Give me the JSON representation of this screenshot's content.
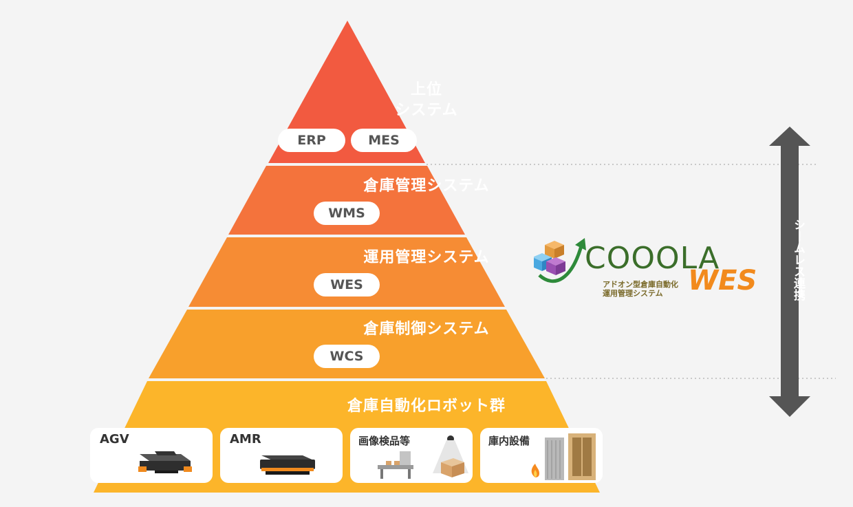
{
  "colors": {
    "top": "#f25a40",
    "wms": "#f4733c",
    "wes": "#f68c34",
    "wcs": "#f8a02c",
    "robots": "#fcb52a",
    "arrow": "#555555",
    "wes_logo": "#f28a1c",
    "coola_green": "#3b6e2a"
  },
  "layers": {
    "top": {
      "title_line1": "上位",
      "title_line2": "システム",
      "pill_erp": "ERP",
      "pill_mes": "MES"
    },
    "wms": {
      "title": "倉庫管理システム",
      "pill": "WMS"
    },
    "wes": {
      "title": "運用管理システム",
      "pill": "WES"
    },
    "wcs": {
      "title": "倉庫制御システム",
      "pill": "WCS"
    },
    "robots": {
      "title": "倉庫自動化ロボット群",
      "cards": [
        {
          "label": "AGV",
          "icon": "agv-robot-icon"
        },
        {
          "label": "AMR",
          "icon": "amr-robot-icon"
        },
        {
          "label": "画像検品等",
          "icon": "inspection-icon"
        },
        {
          "label": "庫内設備",
          "icon": "facility-icon"
        }
      ]
    }
  },
  "arrow": {
    "label": "シームレス連携"
  },
  "logo": {
    "word": "COOOLA",
    "product": "WES",
    "subtitle_line1": "アドオン型倉庫自動化",
    "subtitle_line2": "運用管理システム"
  }
}
